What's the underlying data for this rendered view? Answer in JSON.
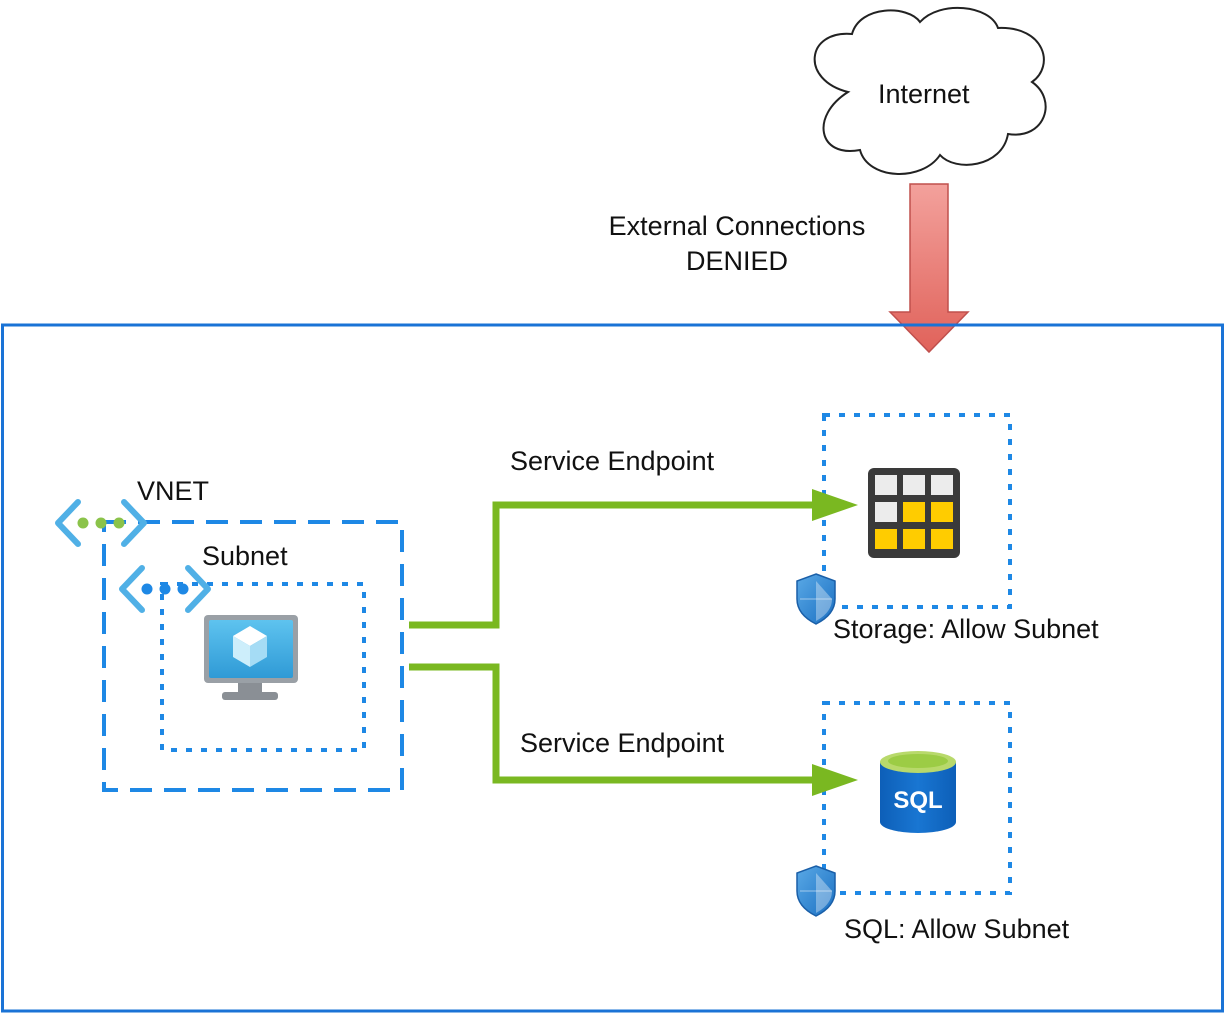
{
  "internet": {
    "label": "Internet"
  },
  "external": {
    "line1": "External Connections",
    "line2": "DENIED"
  },
  "vnet": {
    "label": "VNET"
  },
  "subnet": {
    "label": "Subnet"
  },
  "connections": [
    {
      "label": "Service Endpoint"
    },
    {
      "label": "Service Endpoint"
    }
  ],
  "storage": {
    "label": "Storage: Allow Subnet"
  },
  "sql": {
    "label": "SQL: Allow Subnet",
    "icon_text": "SQL"
  },
  "colors": {
    "boundary": "#1a73d6",
    "dashed_box": "#1e88e5",
    "endpoint_arrow": "#7ab821",
    "denied_arrow_top": "#f3a19c",
    "denied_arrow_bottom": "#e0625a",
    "vnet_dots": "#8bc34a",
    "subnet_dots": "#1e88e5",
    "storage_cells": "#ffcc00",
    "sql_blue": "#1565c0"
  }
}
